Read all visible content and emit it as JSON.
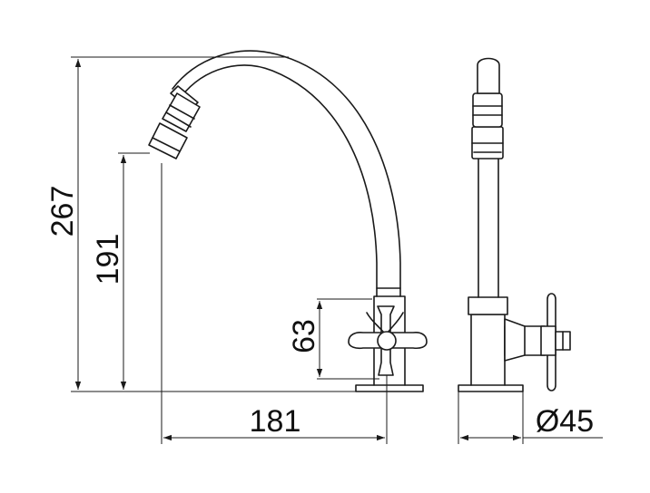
{
  "dimensions": {
    "total_height": "267",
    "outlet_height": "191",
    "handle_height": "63",
    "reach": "181",
    "base_diameter": "Ø45"
  }
}
